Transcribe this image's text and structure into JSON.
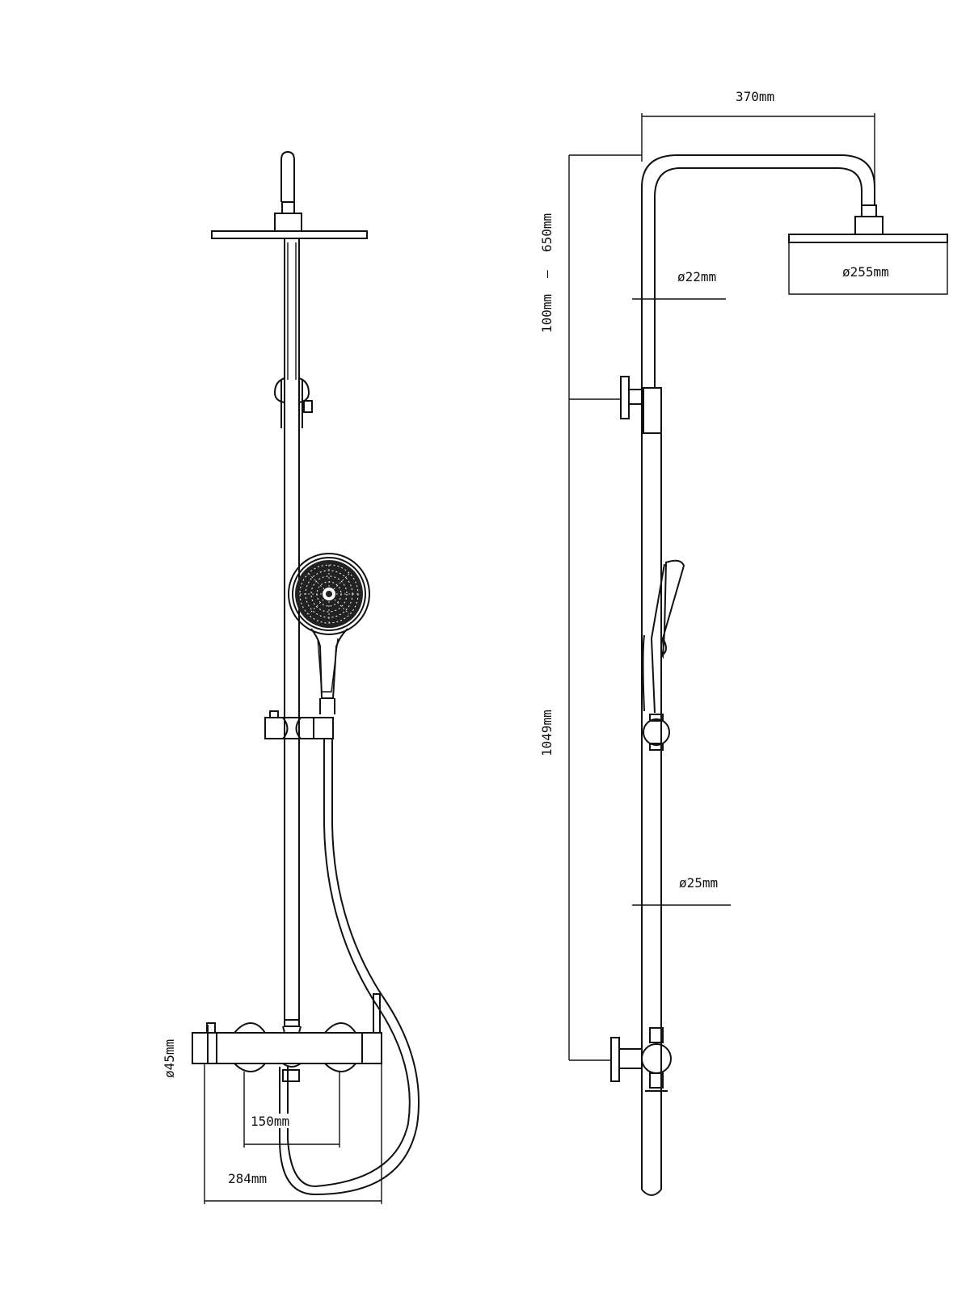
{
  "dimensions": {
    "arm_length": "370mm",
    "overhead_diameter": "ø255mm",
    "arm_pipe_diameter": "ø22mm",
    "height_range_min": "100mm",
    "height_range_sep": "—",
    "height_range_max": "650mm",
    "rail_height": "1049mm",
    "rail_pipe_diameter": "ø25mm",
    "mixer_body_diameter": "ø45mm",
    "inlet_centers": "150mm",
    "mixer_length": "284mm"
  },
  "colors": {
    "line": "#111111",
    "background": "#ffffff"
  }
}
